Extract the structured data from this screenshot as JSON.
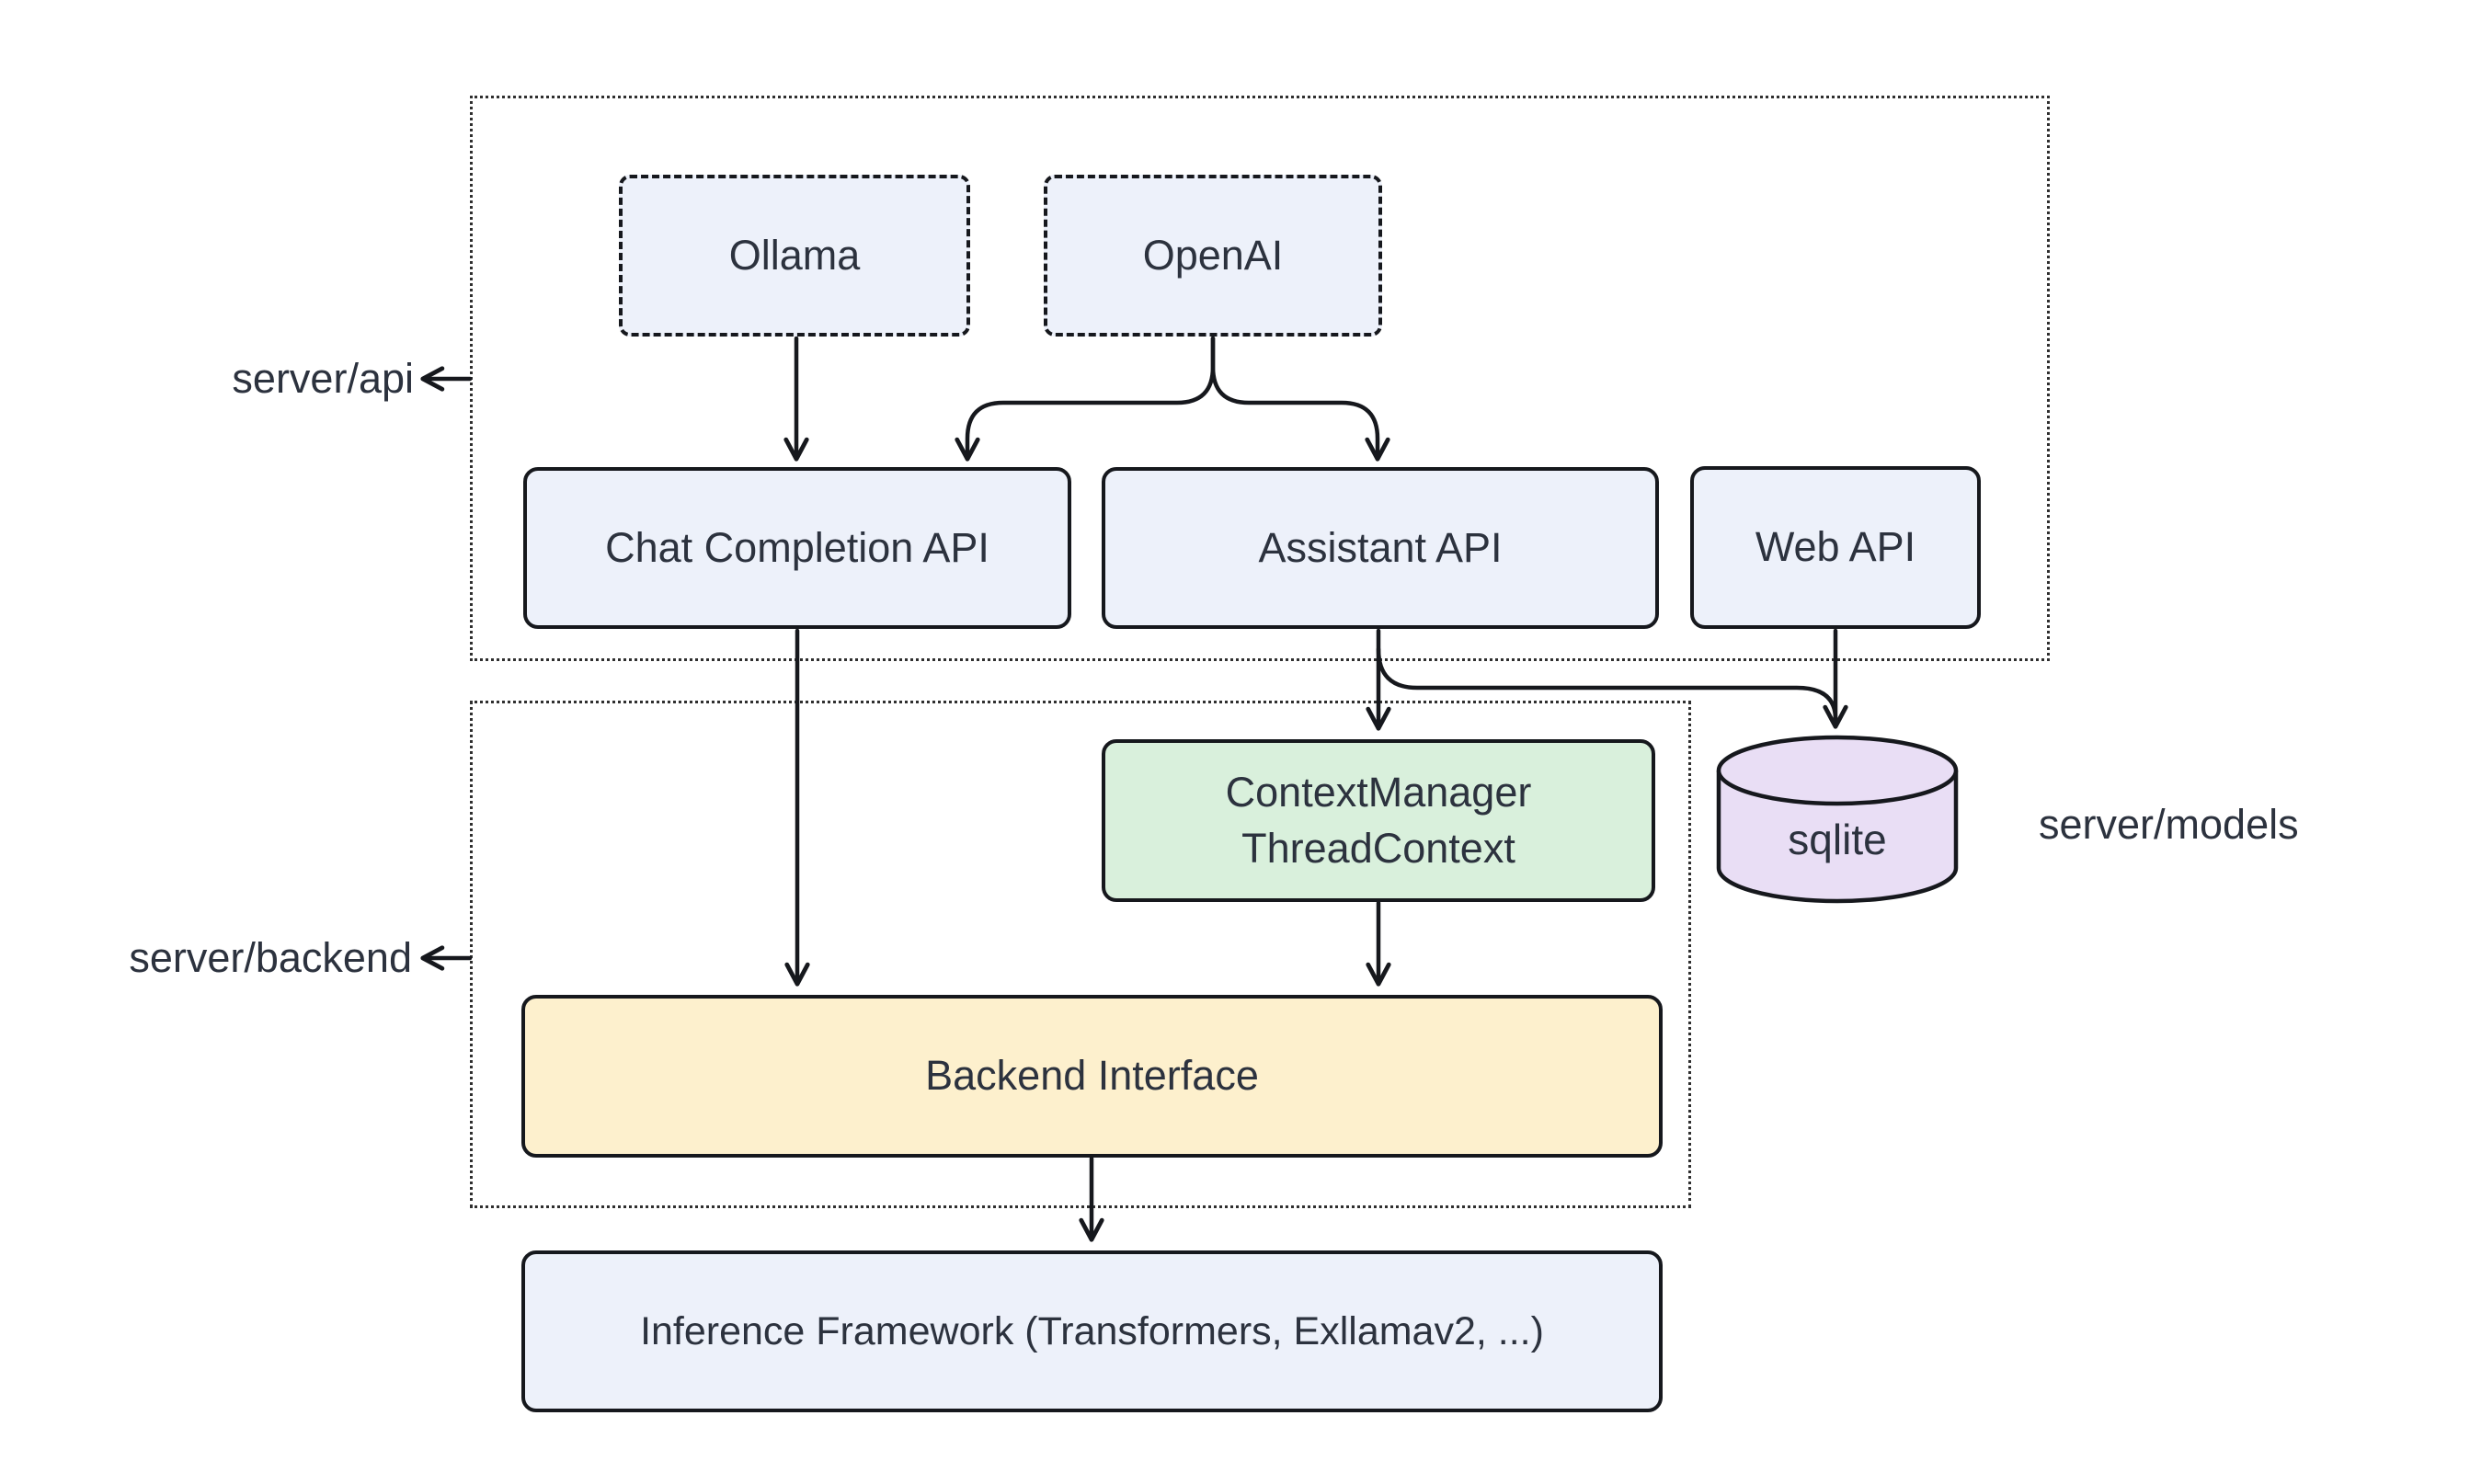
{
  "canvas": {
    "background": "#ffffff"
  },
  "colors": {
    "node_fill_blue": "#edf1fa",
    "node_fill_green": "#d9f0dc",
    "node_fill_yellow": "#fdf0cd",
    "node_fill_purple": "#e9def5",
    "stroke": "#16181d",
    "container_stroke": "#2f2f2f",
    "text": "#2c323e"
  },
  "nodes": {
    "ollama": {
      "label": "Ollama"
    },
    "openai": {
      "label": "OpenAI"
    },
    "chat_completion_api": {
      "label": "Chat Completion API"
    },
    "assistant_api": {
      "label": "Assistant API"
    },
    "web_api": {
      "label": "Web API"
    },
    "context_manager": {
      "label": "ContextManager\nThreadContext"
    },
    "sqlite": {
      "label": "sqlite"
    },
    "backend_interface": {
      "label": "Backend Interface"
    },
    "inference_framework": {
      "label": "Inference Framework (Transformers, Exllamav2, ...)"
    }
  },
  "annotations": {
    "server_api": {
      "label": "server/api"
    },
    "server_backend": {
      "label": "server/backend"
    },
    "server_models": {
      "label": "server/models"
    }
  },
  "edges": [
    {
      "from": "Ollama",
      "to": "Chat Completion API"
    },
    {
      "from": "OpenAI",
      "to": "Chat Completion API"
    },
    {
      "from": "OpenAI",
      "to": "Assistant API"
    },
    {
      "from": "Chat Completion API",
      "to": "Backend Interface"
    },
    {
      "from": "Assistant API",
      "to": "ContextManager/ThreadContext"
    },
    {
      "from": "Assistant API",
      "to": "sqlite"
    },
    {
      "from": "Web API",
      "to": "sqlite"
    },
    {
      "from": "ContextManager/ThreadContext",
      "to": "Backend Interface"
    },
    {
      "from": "Backend Interface",
      "to": "Inference Framework (Transformers, Exllamav2, ...)"
    }
  ]
}
